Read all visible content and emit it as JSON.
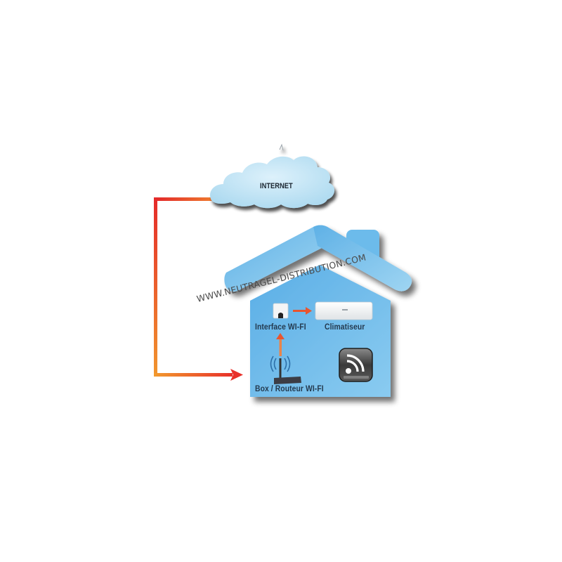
{
  "diagram": {
    "type": "network-connection-diagram",
    "cloud": {
      "label": "INTERNET",
      "color": "#bfe3f4"
    },
    "house": {
      "color": "#5aaee3",
      "roof_color": "#7cc4ee"
    },
    "nodes": [
      {
        "id": "router",
        "label": "Box / Routeur WI-FI",
        "icon": "wifi-router-icon"
      },
      {
        "id": "interface",
        "label": "Interface WI-FI",
        "icon": "wifi-module-icon"
      },
      {
        "id": "ac",
        "label": "Climatiseur",
        "icon": "air-conditioner-icon"
      },
      {
        "id": "app",
        "label": "",
        "icon": "wifi-app-icon"
      }
    ],
    "edges": [
      {
        "from": "cloud",
        "to": "router",
        "color_start": "#e8332a",
        "color_end": "#f0922c"
      },
      {
        "from": "router",
        "to": "interface",
        "color": "#e86b3a"
      },
      {
        "from": "interface",
        "to": "ac",
        "color": "#e8552f"
      }
    ],
    "watermark": "WWW.NEUTRAGEL-DISTRIBUTION.COM"
  }
}
